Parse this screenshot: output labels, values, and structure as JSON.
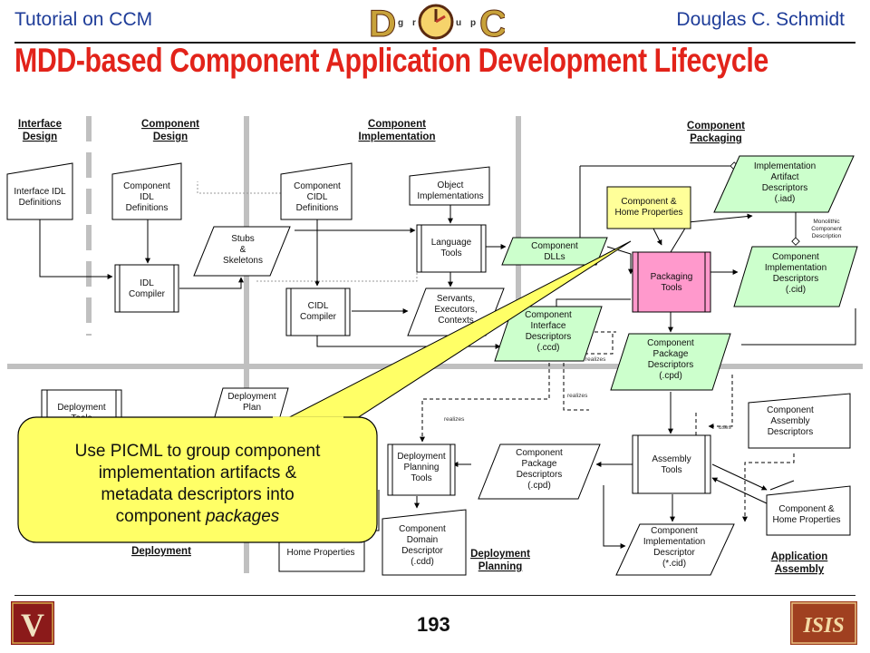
{
  "header": {
    "left": "Tutorial on CCM",
    "right": "Douglas C. Schmidt",
    "logo": {
      "letters": [
        "D",
        "O",
        "C"
      ],
      "small_letters": [
        "g",
        "r",
        "o",
        "u",
        "p"
      ]
    }
  },
  "title": "MDD-based Component Application Development Lifecycle",
  "phases": {
    "interface_design": [
      "Interface",
      "Design"
    ],
    "component_design": [
      "Component",
      "Design"
    ],
    "component_implementation": [
      "Component",
      "Implementation"
    ],
    "component_packaging": [
      "Component",
      "Packaging"
    ],
    "deployment": "Deployment",
    "deployment_planning": [
      "Deployment",
      "Planning"
    ],
    "application_assembly": [
      "Application",
      "Assembly"
    ]
  },
  "nodes": {
    "interface_idl": [
      "Interface IDL",
      "Definitions"
    ],
    "component_idl": [
      "Component",
      "IDL",
      "Definitions"
    ],
    "idl_compiler": [
      "IDL",
      "Compiler"
    ],
    "stubs": [
      "Stubs",
      "&",
      "Skeletons"
    ],
    "component_cidl": [
      "Component",
      "CIDL",
      "Definitions"
    ],
    "cidl_compiler": [
      "CIDL",
      "Compiler"
    ],
    "object_impl": [
      "Object",
      "Implementations"
    ],
    "language_tools": [
      "Language",
      "Tools"
    ],
    "servants": [
      "Servants,",
      "Executors,",
      "Contexts"
    ],
    "component_dlls": [
      "Component",
      "DLLs"
    ],
    "home_props_top": [
      "Component &",
      "Home Properties"
    ],
    "impl_artifact": [
      "Implementation",
      "Artifact",
      "Descriptors",
      "(.iad)"
    ],
    "monolithic_note": [
      "Monolithic",
      "Component",
      "Description"
    ],
    "packaging_tools": [
      "Packaging",
      "Tools"
    ],
    "impl_desc_cid": [
      "Component",
      "Implementation",
      "Descriptors",
      "(.cid)"
    ],
    "iface_desc": [
      "Component",
      "Interface",
      "Descriptors",
      "(.ccd)"
    ],
    "pkg_desc_right": [
      "Component",
      "Package",
      "Descriptors",
      "(.cpd)"
    ],
    "assembly_desc": [
      "Component",
      "Assembly",
      "Descriptors"
    ],
    "assembly_tools": [
      "Assembly",
      "Tools"
    ],
    "home_props_bottom": [
      "Component &",
      "Home Properties"
    ],
    "impl_descriptor": [
      "Component",
      "Implementation",
      "Descriptor",
      "(*.cid)"
    ],
    "pkg_desc_mid": [
      "Component",
      "Package",
      "Descriptors",
      "(.cpd)"
    ],
    "deploy_planning_tools": [
      "Deployment",
      "Planning",
      "Tools"
    ],
    "domain_desc": [
      "Component",
      "Domain",
      "Descriptor",
      "(.cdd)"
    ],
    "home_props_left": "Home Properties",
    "deployment_tools": [
      "Deployment",
      "Tools"
    ],
    "deployment_plan": [
      "Deployment",
      "Plan"
    ]
  },
  "edge_labels": {
    "realizes": "realizes",
    "uses": "uses"
  },
  "callout": {
    "line1": "Use PICML to group component",
    "line2": "implementation artifacts &",
    "line3": "metadata descriptors into",
    "line4_prefix": "component ",
    "line4_em": "packages"
  },
  "footer": {
    "page_number": "193",
    "left_logo": "V",
    "right_logo": "ISIS"
  },
  "colors": {
    "title": "#e2231a",
    "header_text": "#1f3d99",
    "green_node": "#ccffcc",
    "yellow_node": "#ffff99",
    "pink_node": "#ff99cc",
    "callout": "#ffff66",
    "divider": "#c0c0c0",
    "logo_red": "#8b1a1a"
  }
}
